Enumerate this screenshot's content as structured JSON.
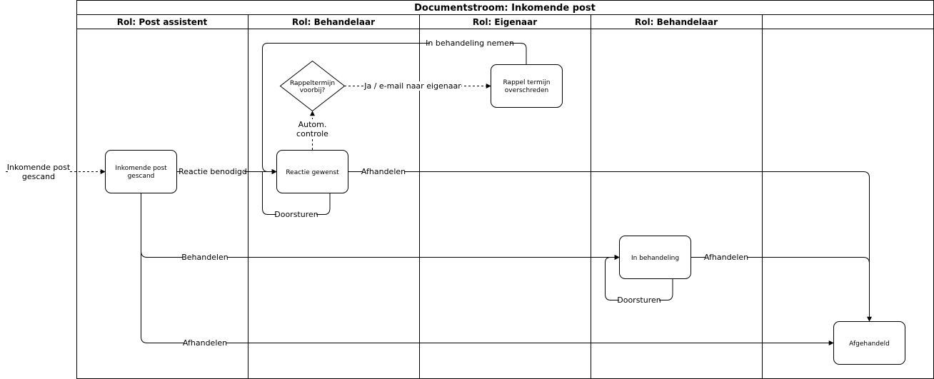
{
  "pool": {
    "title": "Documentstroom: Inkomende post",
    "lanes": [
      "Rol: Post assistent",
      "Rol: Behandelaar",
      "Rol: Eigenaar",
      "Rol: Behandelaar",
      ""
    ]
  },
  "nodes": {
    "start_event": [
      "Inkomende post",
      "gescand"
    ],
    "incoming": [
      "Inkomende post",
      "gescand"
    ],
    "reactie": [
      "Reactie gewenst"
    ],
    "decision": [
      "Rappeltermijn",
      "voorbij?"
    ],
    "rappel": [
      "Rappel termijn",
      "overschreden"
    ],
    "in_behandeling": [
      "In behandeling"
    ],
    "afgehandeld": [
      "Afgehandeld"
    ]
  },
  "edges": {
    "in_behandeling_nemen": "In behandeling nemen",
    "ja_email": "Ja / e-mail naar eigenaar",
    "autom_controle": [
      "Autom.",
      "controle"
    ],
    "reactie_benodigd": "Reactie benodigd",
    "afhandelen_reactie": "Afhandelen",
    "doorsturen_1": "Doorsturen",
    "behandelen": "Behandelen",
    "afhandelen_behandeling": "Afhandelen",
    "doorsturen_2": "Doorsturen",
    "afhandelen_direct": "Afhandelen"
  },
  "colors": {
    "stroke": "#000000",
    "background": "#ffffff"
  }
}
